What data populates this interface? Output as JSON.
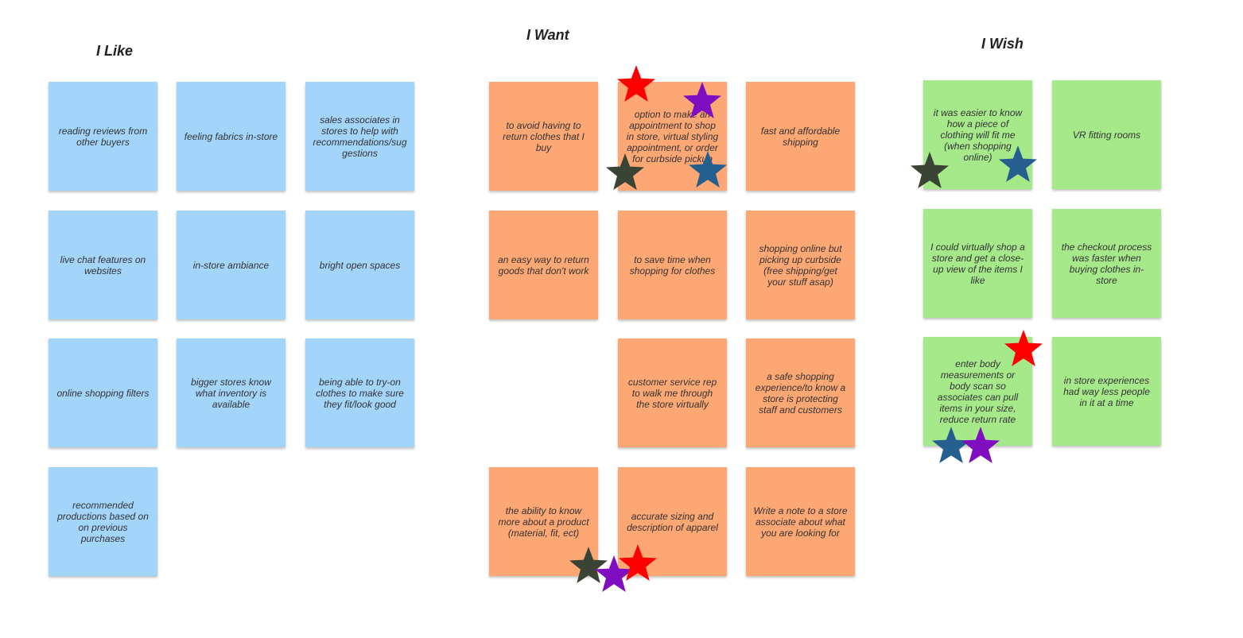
{
  "colors": {
    "like_note": "#a3d5fb",
    "want_note": "#fca774",
    "wish_note": "#a6e98a",
    "star_red": "#ff0000",
    "star_purple": "#7f0ec1",
    "star_blue": "#245f8f",
    "star_dark": "#3a4435"
  },
  "columns": {
    "like": {
      "heading": "I Like",
      "notes": [
        "reading reviews from other buyers",
        "feeling fabrics in-store",
        "sales associates in stores to help with recommendations/suggestions",
        "live chat features on websites",
        "in-store ambiance",
        "bright open spaces",
        "online shopping filters",
        "bigger stores know what inventory is available",
        "being able to try-on clothes to make sure they fit/look good",
        "recommended productions based on on previous purchases"
      ]
    },
    "want": {
      "heading": "I Want",
      "notes": [
        "to avoid having to return clothes that I buy",
        "option to make an appointment to shop in store, virtual styling appointment, or order for curbside pickup",
        "fast and affordable shipping",
        "an easy way to return goods that don't work",
        "to save time when shopping for clothes",
        "shopping online but picking up curbside (free shipping/get your stuff asap)",
        "customer service rep to walk me through the store virtually",
        "a safe shopping experience/to know a store is protecting staff and customers",
        "the ability to know more about a product (material, fit, ect)",
        "accurate sizing and description of apparel",
        "Write a note to a store associate about what you are looking for"
      ]
    },
    "wish": {
      "heading": "I Wish",
      "notes": [
        "it was easier to know how a piece of clothing will fit me (when shopping online)",
        "VR fitting rooms",
        "I could virtually shop a store and get a close-up view of the items I like",
        "the checkout process was faster when buying clothes in-store",
        "enter body measurements or body scan so associates can pull items in your size, reduce return rate",
        "in store experiences had way less people in it at a time"
      ]
    }
  },
  "stars": [
    {
      "icon": "star-icon",
      "color": "red"
    },
    {
      "icon": "star-icon",
      "color": "purple"
    },
    {
      "icon": "star-icon",
      "color": "dark"
    },
    {
      "icon": "star-icon",
      "color": "blue"
    },
    {
      "icon": "star-icon",
      "color": "dark"
    },
    {
      "icon": "star-icon",
      "color": "purple"
    },
    {
      "icon": "star-icon",
      "color": "red"
    },
    {
      "icon": "star-icon",
      "color": "dark"
    },
    {
      "icon": "star-icon",
      "color": "blue"
    },
    {
      "icon": "star-icon",
      "color": "red"
    },
    {
      "icon": "star-icon",
      "color": "blue"
    },
    {
      "icon": "star-icon",
      "color": "purple"
    }
  ]
}
